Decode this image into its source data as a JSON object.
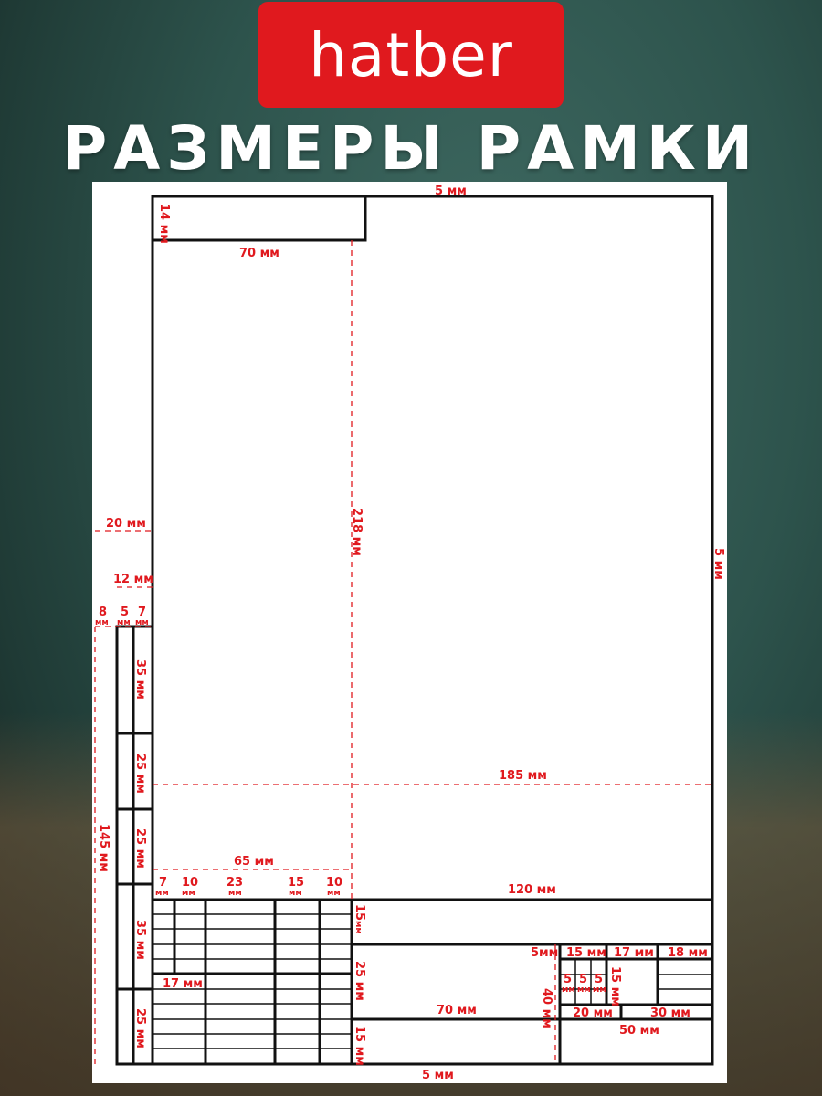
{
  "brand": {
    "logo_text": "hatber",
    "logo_color": "#e0191e"
  },
  "title": "РАЗМЕРЫ РАМКИ",
  "colors": {
    "frame": "#111111",
    "dimension": "#e0191e",
    "sheet": "#ffffff"
  },
  "dimensions": {
    "top_margin": "5 мм",
    "bottom_margin": "5 мм",
    "right_margin": "5 мм",
    "left_margin": "20 мм",
    "top_box_height": "14 мм",
    "top_box_width": "70 мм",
    "frame_height": "218 мм",
    "frame_width": "185 мм",
    "side_strip_width": "12 мм",
    "side_col_8": "8",
    "side_col_5": "5",
    "side_col_7": "7",
    "side_col_unit": "мм",
    "side_35_top": "35 мм",
    "side_25_a": "25 мм",
    "side_25_b": "25 мм",
    "side_35_bottom": "35 мм",
    "side_25_bottom": "25 мм",
    "side_total": "145 мм",
    "left_table_width": "65 мм",
    "col_7": "7",
    "col_10a": "10",
    "col_23": "23",
    "col_15": "15",
    "col_10b": "10",
    "col_unit": "мм",
    "col_17": "17 мм",
    "stamp_width": "120 мм",
    "stamp_row_15_top": "15",
    "stamp_row_15_top_unit": "мм",
    "stamp_row_25": "25 мм",
    "stamp_row_15_bottom": "15 мм",
    "stamp_70": "70 мм",
    "stamp_40": "40 мм",
    "stamp_5": "5мм",
    "stamp_15": "15 мм",
    "stamp_17": "17 мм",
    "stamp_18": "18 мм",
    "small_5": "5",
    "small_unit": "мм",
    "stamp_15_vert": "15 мм",
    "stamp_20": "20 мм",
    "stamp_30": "30 мм",
    "stamp_50": "50 мм"
  }
}
